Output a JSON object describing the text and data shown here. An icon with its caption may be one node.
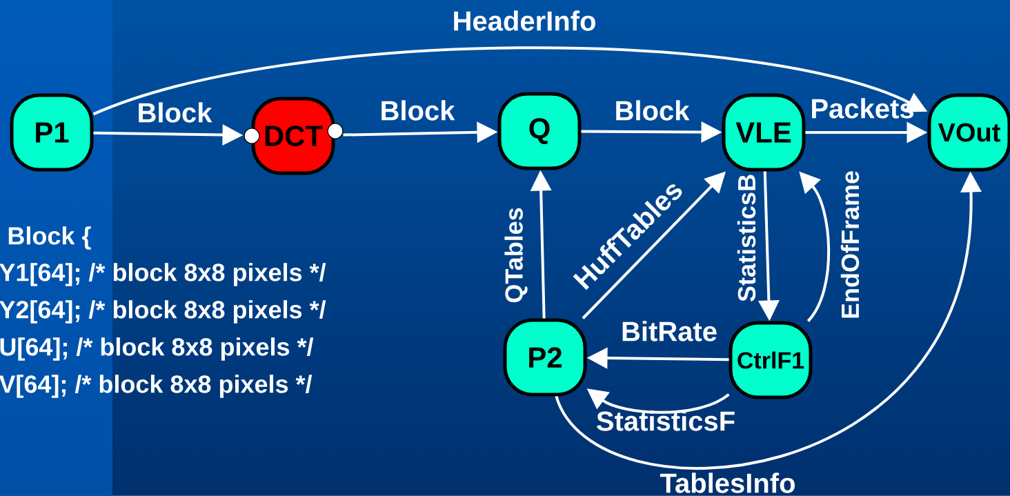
{
  "diagram": {
    "nodes": [
      {
        "text": [
          "P1"
        ]
      },
      {
        "text": [
          "DCT"
        ]
      },
      {
        "text": [
          "Q"
        ]
      },
      {
        "text": [
          "VLE"
        ]
      },
      {
        "text": [
          "VOut"
        ]
      },
      {
        "text": [
          "P2"
        ]
      },
      {
        "text": [
          "CtrlF1"
        ]
      }
    ],
    "edges": [
      {
        "from": 0,
        "to": 4,
        "arrow": "to",
        "label": "HeaderInfo"
      },
      {
        "from": 0,
        "to": 1,
        "arrow": "to",
        "label": "Block"
      },
      {
        "from": 1,
        "to": 2,
        "arrow": "to",
        "label": "Block"
      },
      {
        "from": 2,
        "to": 3,
        "arrow": "to",
        "label": "Block"
      },
      {
        "from": 3,
        "to": 4,
        "arrow": "to",
        "label": "Packets"
      },
      {
        "from": 5,
        "to": 2,
        "arrow": "to",
        "label": "QTables"
      },
      {
        "from": 5,
        "to": 3,
        "arrow": "to",
        "label": "HuffTables"
      },
      {
        "from": 3,
        "to": 6,
        "arrow": "to",
        "label": "StatisticsB"
      },
      {
        "from": 6,
        "to": 3,
        "arrow": "to",
        "label": "EndOfFrame"
      },
      {
        "from": 6,
        "to": 5,
        "arrow": "to",
        "label": "BitRate"
      },
      {
        "from": 6,
        "to": 5,
        "arrow": "to",
        "label": "StatisticsF"
      },
      {
        "from": 5,
        "to": 4,
        "arrow": "to",
        "label": "TablesInfo"
      }
    ],
    "labels": [
      "Block {",
      "Y1[64]; /* block 8x8 pixels */",
      "Y2[64]; /* block 8x8 pixels */",
      "U[64]; /* block 8x8 pixels */",
      "V[64]; /* block 8x8 pixels */"
    ]
  }
}
